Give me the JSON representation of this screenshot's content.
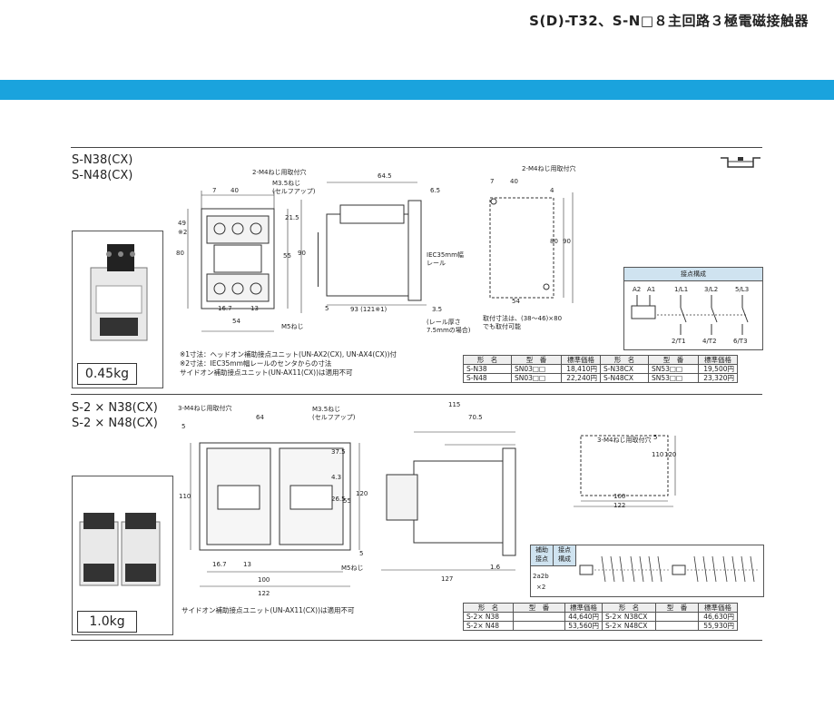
{
  "page": {
    "title": "S(D)-T32、S-N□８主回路３極電磁接触器"
  },
  "section1": {
    "models": [
      "S-N38(CX)",
      "S-N48(CX)"
    ],
    "weight": "0.45kg",
    "dims_front": {
      "hole_note": "2-M4ねじ用取付穴",
      "screw_note": "M3.5ねじ",
      "screw_note2": "(セルフアップ)",
      "d7": "7",
      "d40": "40",
      "d49": "49",
      "d2": "※2",
      "d215": "21.5",
      "d80": "80",
      "d55": "55",
      "d90": "90",
      "d167": "16.7",
      "d13": "13",
      "d54": "54",
      "m5": "M5ねじ"
    },
    "dims_side": {
      "d645": "64.5",
      "d65": "6.5",
      "rail": "IEC35mm幅",
      "rail2": "レール",
      "d5": "5",
      "d93": "93 (121※1)",
      "d35": "3.5",
      "rail_thk": "(レール厚さ",
      "rail_thk2": "7.5mmの場合)"
    },
    "dims_mount": {
      "hole_note": "2-M4ねじ用取付穴",
      "d7": "7",
      "d40": "40",
      "d4": "4",
      "d80": "80",
      "d90": "90",
      "d54": "54",
      "note1": "取付寸法は、(38～46)×80",
      "note2": "でも取付可能"
    },
    "contacts": {
      "title": "接点構成",
      "top": [
        "A2",
        "A1",
        "1/L1",
        "3/L2",
        "5/L3"
      ],
      "bottom": [
        "2/T1",
        "4/T2",
        "6/T3"
      ]
    },
    "notes": [
      "※1寸法：ヘッドオン補助接点ユニット(UN-AX2(CX), UN-AX4(CX))付",
      "※2寸法：IEC35mm幅レールのセンタからの寸法",
      "サイドオン補助接点ユニット(UN-AX11(CX))は適用不可"
    ],
    "table": {
      "headers": [
        "形　名",
        "型　番",
        "標準価格",
        "形　名",
        "型　番",
        "標準価格"
      ],
      "rows": [
        [
          "S-N38",
          "SN03□□",
          "18,410円",
          "S-N38CX",
          "SN53□□",
          "19,500円"
        ],
        [
          "S-N48",
          "SN03□□",
          "22,240円",
          "S-N48CX",
          "SN53□□",
          "23,320円"
        ]
      ]
    }
  },
  "section2": {
    "models": [
      "S-2 × N38(CX)",
      "S-2 × N48(CX)"
    ],
    "weight": "1.0kg",
    "dims_front": {
      "hole_note": "3-M4ねじ用取付穴",
      "screw_note": "M3.5ねじ",
      "screw_note2": "(セルフアップ)",
      "d5": "5",
      "d64": "64",
      "d110": "110",
      "d375": "37.5",
      "d43": "4.3",
      "d265": "26.5",
      "d55": "55",
      "d120": "120",
      "d5b": "5",
      "d167": "16.7",
      "d13": "13",
      "d100": "100",
      "d122": "122",
      "m5": "M5ねじ"
    },
    "dims_side": {
      "d115": "115",
      "d705": "70.5",
      "d127": "127",
      "d16": "1.6"
    },
    "dims_mount": {
      "hole_note": "3-M4ねじ用取付穴",
      "d5": "5",
      "d110": "110",
      "d120": "120",
      "d100": "100",
      "d122": "122"
    },
    "contacts": {
      "h1": "補助",
      "h2": "接点",
      "h3": "接点",
      "h4": "構成",
      "cfg": "2a2b",
      "cfg2": "×2"
    },
    "notes": [
      "サイドオン補助接点ユニット(UN-AX11(CX))は適用不可"
    ],
    "table": {
      "headers": [
        "形　名",
        "型　番",
        "標準価格",
        "形　名",
        "型　番",
        "標準価格"
      ],
      "rows": [
        [
          "S-2× N38",
          "",
          "44,640円",
          "S-2× N38CX",
          "",
          "46,630円"
        ],
        [
          "S-2× N48",
          "",
          "53,560円",
          "S-2× N48CX",
          "",
          "55,930円"
        ]
      ]
    }
  },
  "colors": {
    "accent": "#1aa3dd",
    "line": "#444444",
    "contact_header": "#cfe3f0"
  }
}
